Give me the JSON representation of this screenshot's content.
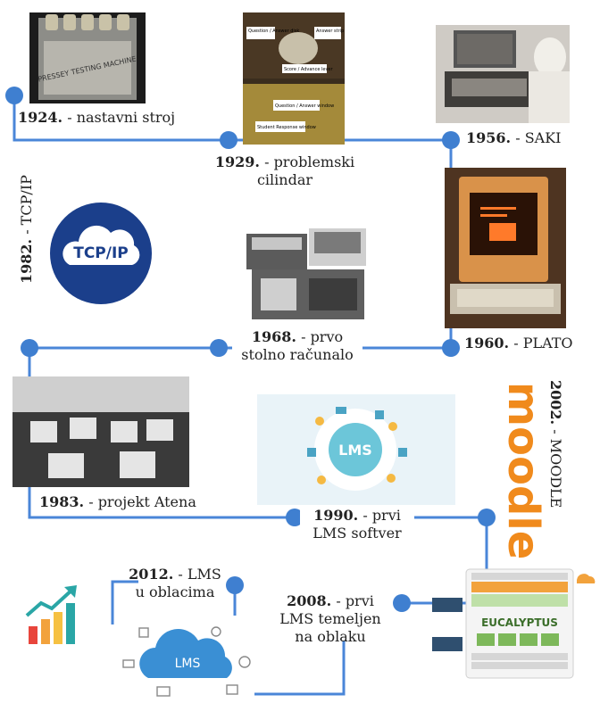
{
  "milestones": {
    "m1924": {
      "year": "1924.",
      "text": " - nastavni stroj"
    },
    "m1929": {
      "year": "1929.",
      "text1": " - problemski",
      "text2": "cilindar"
    },
    "m1956": {
      "year": "1956.",
      "text": " - SAKI"
    },
    "m1960": {
      "year": "1960.",
      "text": " - PLATO"
    },
    "m1968": {
      "year": "1968.",
      "text1": " - prvo",
      "text2": "stolno računalo"
    },
    "m1982": {
      "year": "1982.",
      "text": " - TCP/IP"
    },
    "m1983": {
      "year": "1983.",
      "text": " - projekt Atena"
    },
    "m1990": {
      "year": "1990.",
      "text1": " - prvi",
      "text2": "LMS softver"
    },
    "m2002": {
      "year": "2002.",
      "text": " - MOODLE"
    },
    "m2008": {
      "year": "2008.",
      "text1": " - prvi",
      "text2": "LMS temeljen",
      "text3": "na oblaku"
    },
    "m2012": {
      "year": "2012.",
      "text1": " - LMS",
      "text2": "u oblacima"
    }
  },
  "images": {
    "machine_plate": "PRESSEY TESTING MACHINE",
    "cylinder_labels": [
      "Question / Answer disk",
      "Answer strip",
      "Score / Advance lever",
      "Question / Answer window",
      "Student Response window"
    ],
    "tcpip_logo": "TCP/IP",
    "lms_circle": "LMS",
    "moodle_logo": "moodle",
    "eucalyptus_logo": "EUCALYPTUS",
    "cloud_label": "LMS"
  },
  "colors": {
    "line": "#4a86d8",
    "node": "#3f7fd0",
    "tcpip": "#1b3f8b",
    "moodle": "#f08a1c"
  }
}
